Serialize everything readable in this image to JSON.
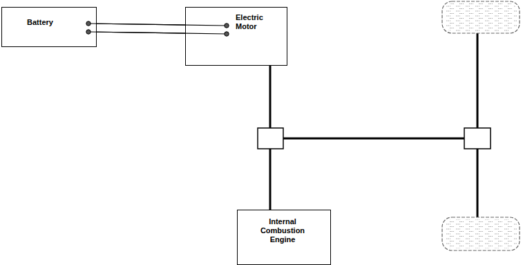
{
  "diagram": {
    "nodes": [
      {
        "text": [
          "Battery"
        ]
      },
      {
        "text": [
          "Electric Motor"
        ]
      },
      {
        "text": [
          "Internal Combustion Engine"
        ]
      }
    ],
    "edges": [
      {
        "from": 0,
        "to": 1,
        "arrow": "none"
      },
      {
        "from": 1,
        "to": 2,
        "arrow": "none"
      }
    ]
  }
}
